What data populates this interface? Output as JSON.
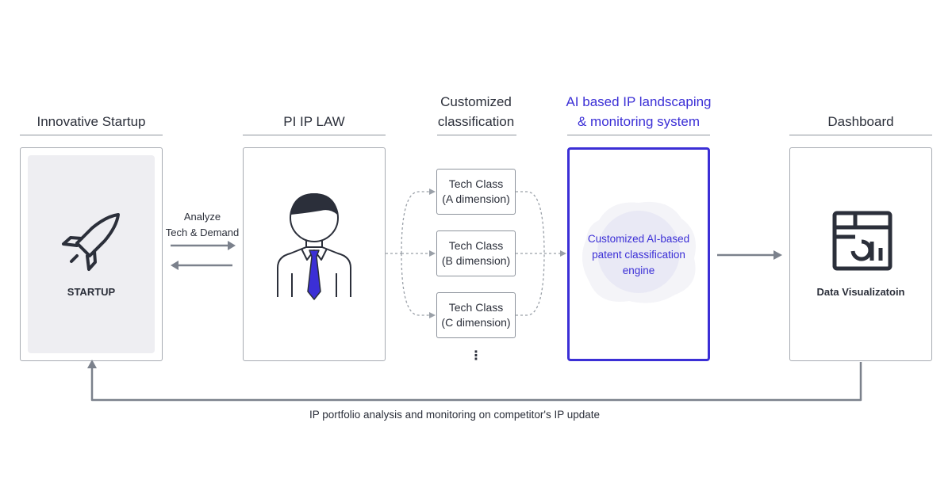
{
  "columns": {
    "startup": {
      "title": "Innovative Startup",
      "label": "STARTUP"
    },
    "law": {
      "title": "PI IP LAW"
    },
    "classification": {
      "title_line1": "Customized",
      "title_line2": "classification",
      "classes": [
        {
          "line1": "Tech Class",
          "line2": "(A dimension)"
        },
        {
          "line1": "Tech Class",
          "line2": "(B dimension)"
        },
        {
          "line1": "Tech Class",
          "line2": "(C dimension)"
        }
      ],
      "more": "⋮"
    },
    "ai_system": {
      "title_line1": "AI based IP landscaping",
      "title_line2": "& monitoring system",
      "engine_line1": "Customized AI-based",
      "engine_line2": "patent classification",
      "engine_line3": "engine"
    },
    "dashboard": {
      "title": "Dashboard",
      "label": "Data Visualizatoin"
    }
  },
  "flow": {
    "analyze_line1": "Analyze",
    "analyze_line2": "Tech & Demand",
    "feedback": "IP portfolio analysis and monitoring on competitor's IP update"
  },
  "colors": {
    "accent": "#3b2fd6",
    "line": "#8d939c",
    "arrow": "#7b818c",
    "ink": "#2b2f3a",
    "tie": "#3b2fd6"
  },
  "icons": {
    "startup": "rocket-icon",
    "law": "person-with-tie-icon",
    "dashboard": "dashboard-chart-icon"
  }
}
